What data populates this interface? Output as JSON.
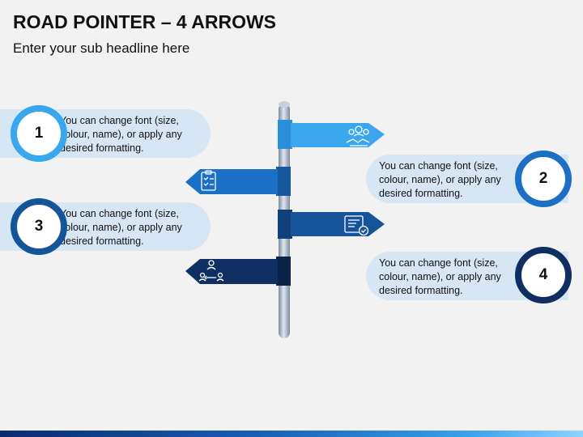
{
  "title": "ROAD POINTER – 4 ARROWS",
  "subtitle": "Enter your sub headline here",
  "items": [
    {
      "number": "1",
      "line1": "You can change font (size,",
      "line2": "colour, name), or apply any",
      "line3": "desired formatting.",
      "color": "#3aa6ee",
      "icon": "team-handshake-icon"
    },
    {
      "number": "2",
      "line1": "You can change font (size,",
      "line2": "colour, name), or apply any",
      "line3": "desired formatting.",
      "color": "#1b6fc4",
      "icon": "checklist-clipboard-icon"
    },
    {
      "number": "3",
      "line1": "You can change font (size,",
      "line2": "colour, name), or apply any",
      "line3": "desired formatting.",
      "color": "#16549a",
      "icon": "approved-document-icon"
    },
    {
      "number": "4",
      "line1": "You can change font (size,",
      "line2": "colour, name), or apply any",
      "line3": "desired formatting.",
      "color": "#0f2f63",
      "icon": "workflow-people-icon"
    }
  ],
  "colors": {
    "background": "#f2f2f2",
    "textbox": "#d6e6f5",
    "pole": "#a9b6c6"
  }
}
